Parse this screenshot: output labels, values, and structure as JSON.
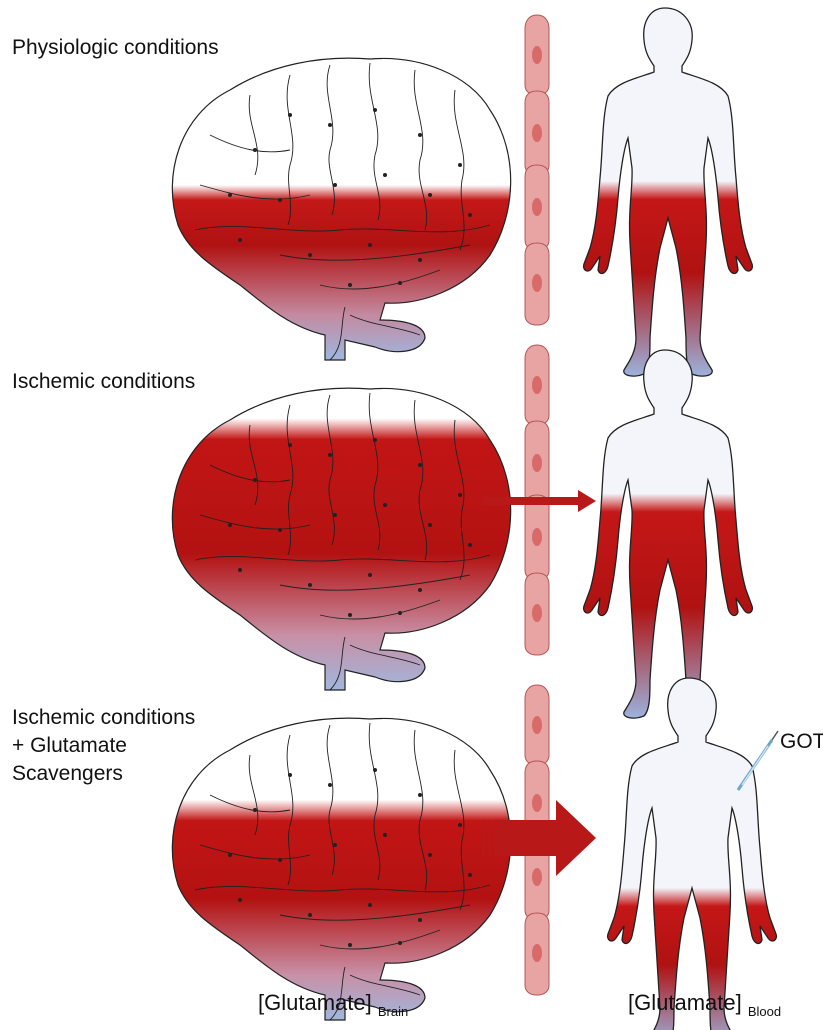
{
  "rows": [
    {
      "label_lines": [
        "Physiologic conditions"
      ],
      "brain_level": "low",
      "blood_level": "low",
      "efflux": "none"
    },
    {
      "label_lines": [
        "Ischemic conditions"
      ],
      "brain_level": "high",
      "blood_level": "medium",
      "efflux": "small"
    },
    {
      "label_lines": [
        "Ischemic conditions",
        "+ Glutamate",
        "Scavengers"
      ],
      "brain_level": "medium",
      "blood_level": "low",
      "efflux": "large"
    }
  ],
  "injection_label": "GOT",
  "bottom_labels": {
    "brain_main": "[Glutamate]",
    "brain_sub": "Brain",
    "blood_main": "[Glutamate]",
    "blood_sub": "Blood"
  },
  "colors": {
    "glutamate_red": "#b30f0f",
    "low_blue": "#9fb2d8",
    "endothelial_cell": "#e8a3a3",
    "cell_nucleus": "#d96a6a",
    "arrow": "#b81818"
  },
  "icons": [
    "brain",
    "endothelial-barrier",
    "human-body",
    "syringe",
    "arrow-right"
  ]
}
